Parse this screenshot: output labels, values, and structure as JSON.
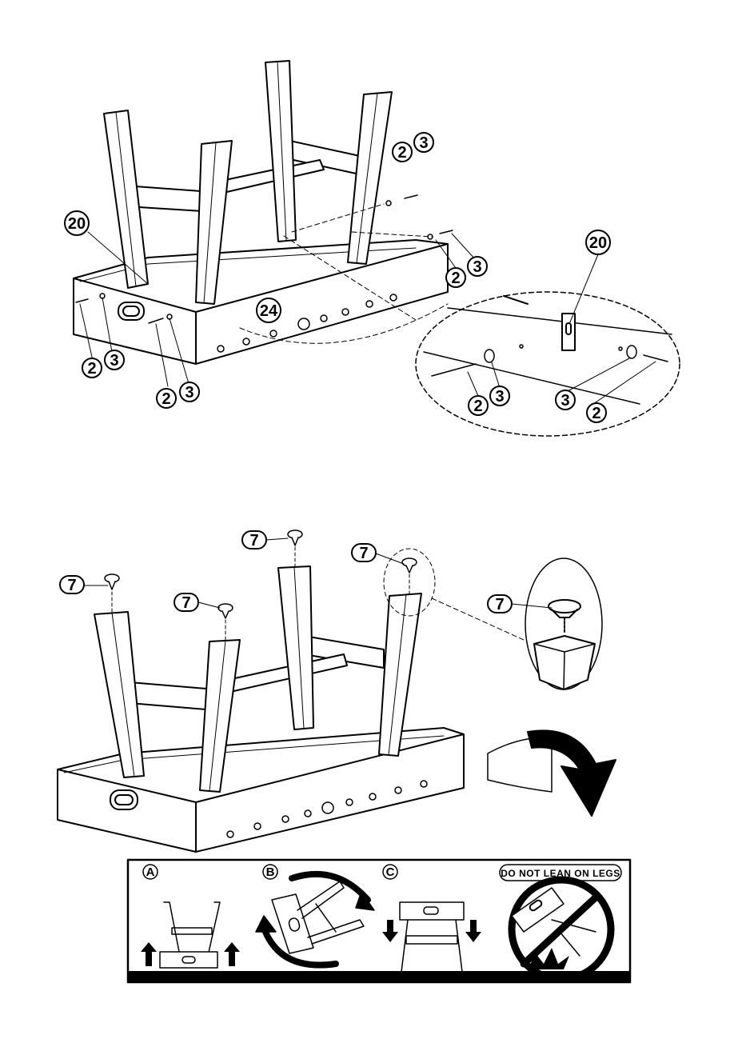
{
  "step1": {
    "callouts": {
      "c20_main": "20",
      "c24": "24",
      "c2_top": "2",
      "c3_top": "3",
      "c2_right": "2",
      "c3_right": "3",
      "c2_left": "2",
      "c3_left": "3",
      "c2_mid": "2",
      "c3_mid": "3",
      "c20_detail": "20",
      "c2_detail_l": "2",
      "c3_detail_l": "3",
      "c3_detail_r": "3",
      "c2_detail_r": "2"
    }
  },
  "step2": {
    "callouts": {
      "c7_a": "7",
      "c7_b": "7",
      "c7_c": "7",
      "c7_d": "7",
      "c7_detail": "7"
    }
  },
  "panel": {
    "a_label": "A",
    "b_label": "B",
    "c_label": "C",
    "warning": "DO NOT LEAN ON LEGS"
  }
}
